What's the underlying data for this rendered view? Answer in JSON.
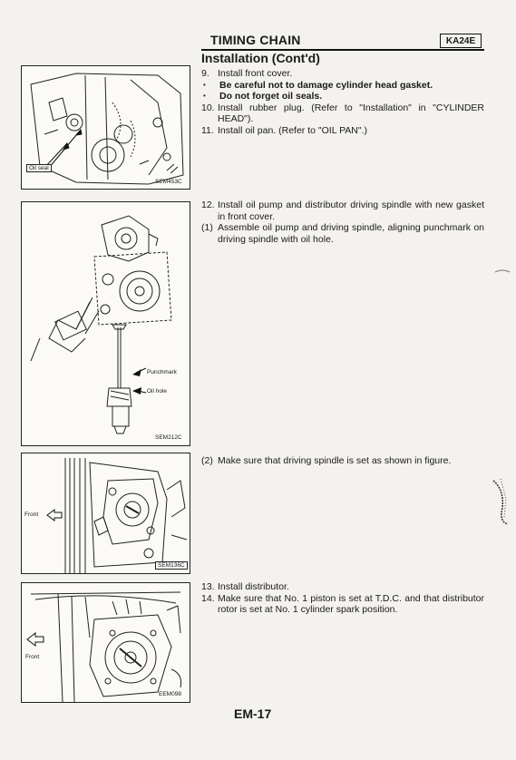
{
  "header": {
    "title": "TIMING CHAIN",
    "model_code": "KA24E",
    "section_title": "Installation (Cont'd)"
  },
  "figures": [
    {
      "code": "SEM453C",
      "labels": [
        "Oil seal"
      ]
    },
    {
      "code": "SEM212C",
      "labels": [
        "Punchmark",
        "Oil hole"
      ]
    },
    {
      "code": "SEM136C",
      "labels": [
        "Front"
      ]
    },
    {
      "code": "EEM098",
      "labels": [
        "Front"
      ]
    }
  ],
  "steps": {
    "group1": [
      {
        "num": "9.",
        "text": "Install front cover.",
        "bold": false
      },
      {
        "num": "•",
        "text": "Be careful not to damage cylinder head gasket.",
        "bold": true
      },
      {
        "num": "•",
        "text": "Do not forget oil seals.",
        "bold": true
      },
      {
        "num": "10.",
        "text": "Install rubber plug. (Refer to \"Installation\" in \"CYLINDER HEAD\").",
        "bold": false
      },
      {
        "num": "11.",
        "text": "Install oil pan. (Refer to \"OIL PAN\".)",
        "bold": false
      }
    ],
    "group2": [
      {
        "num": "12.",
        "text": "Install oil pump and distributor driving spindle with new gasket in front cover.",
        "bold": false
      },
      {
        "num": "(1)",
        "text": "Assemble oil pump and driving spindle, aligning punchmark on driving spindle with oil hole.",
        "bold": false
      }
    ],
    "group3": [
      {
        "num": "(2)",
        "text": "Make sure that driving spindle is set as shown in figure.",
        "bold": false
      }
    ],
    "group4": [
      {
        "num": "13.",
        "text": "Install distributor.",
        "bold": false
      },
      {
        "num": "14.",
        "text": "Make sure that No. 1 piston is set at T.D.C. and that distributor rotor is set at No. 1 cylinder spark position.",
        "bold": false
      }
    ]
  },
  "page_number": "EM-17"
}
